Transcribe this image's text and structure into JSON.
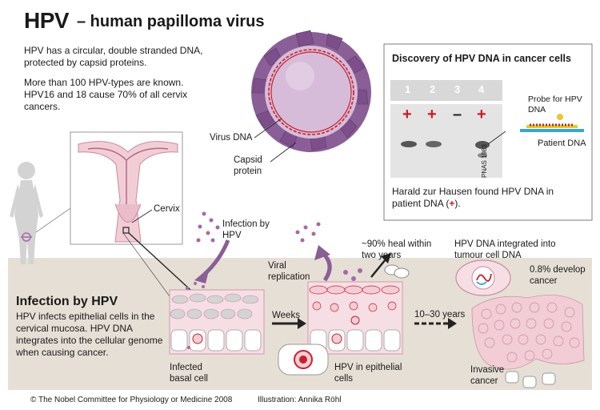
{
  "header": {
    "title": "HPV",
    "subtitle": "– human papilloma virus"
  },
  "intro": {
    "p1": "HPV has a circular, double stranded DNA, protected by capsid proteins.",
    "p2": "More than 100 HPV-types are known. HPV16 and 18 cause 70% of all cervix cancers."
  },
  "virus": {
    "dna_label": "Virus DNA",
    "capsid_label": "Capsid protein"
  },
  "discovery": {
    "title": "Discovery of HPV DNA in cancer cells",
    "lanes": [
      {
        "number": "1",
        "sign": "+"
      },
      {
        "number": "2",
        "sign": "+"
      },
      {
        "number": "3",
        "sign": "–"
      },
      {
        "number": "4",
        "sign": "+"
      }
    ],
    "probe_label": "Probe for HPV DNA",
    "patient_dna_label": "Patient DNA",
    "credit": "PNAS 1983",
    "caption_before": "Harald zur Hausen found HPV DNA in patient DNA (",
    "caption_plus": "+",
    "caption_after": ")."
  },
  "anatomy": {
    "cervix_label": "Cervix",
    "infection_label": "Infection by HPV"
  },
  "infection": {
    "title": "Infection by HPV",
    "body": "HPV infects epithelial cells in the cervical mucosa. HPV DNA integrates into the cellular genome when causing cancer."
  },
  "stages": {
    "infected_cell_label": "Infected basal cell",
    "weeks_label": "Weeks",
    "viral_replication_label": "Viral replication",
    "epithelial_label": "HPV in epithelial cells",
    "heal_label": "~90% heal within two years",
    "years_label": "10–30 years",
    "integrated_label": "HPV DNA integrated into tumour cell DNA",
    "develop_label": "0.8% develop cancer",
    "invasive_label": "Invasive cancer"
  },
  "footer": {
    "copyright": "© The Nobel Committee for Physiology or Medicine 2008",
    "illustration": "Illustration: Annika Röhl"
  },
  "colors": {
    "capsid": "#8a5e96",
    "dna": "#c8202a",
    "mucosa_band": "#e6dfd5",
    "tissue": "#f2cdd6",
    "accent_red": "#cc1b22"
  }
}
